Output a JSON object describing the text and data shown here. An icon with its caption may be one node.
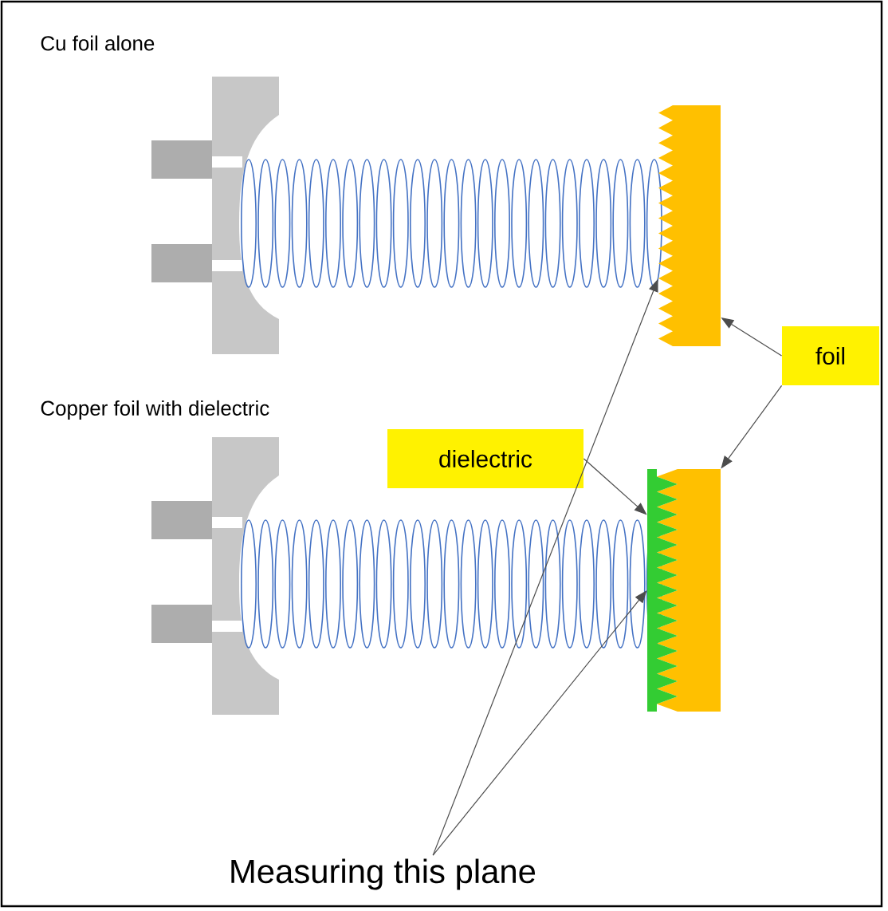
{
  "diagram": {
    "nodes": [
      {
        "text": [
          "foil"
        ]
      },
      {
        "text": [
          "dielectric"
        ]
      },
      {
        "text": [
          "Measuring this plane"
        ]
      },
      {
        "text": [],
        "shape": "box"
      },
      {
        "text": [],
        "shape": "box"
      },
      {
        "text": [],
        "shape": "box"
      }
    ],
    "edges": [
      {
        "from": 0,
        "to": 3,
        "arrow": "to"
      },
      {
        "from": 0,
        "to": 4,
        "arrow": "to"
      },
      {
        "from": 1,
        "to": 5,
        "arrow": "to"
      },
      {
        "from": 2,
        "to": 3,
        "arrow": "to"
      },
      {
        "from": 2,
        "to": 5,
        "arrow": "to"
      }
    ],
    "labels": [
      "Cu foil alone",
      "Copper foil with dielectric"
    ]
  }
}
